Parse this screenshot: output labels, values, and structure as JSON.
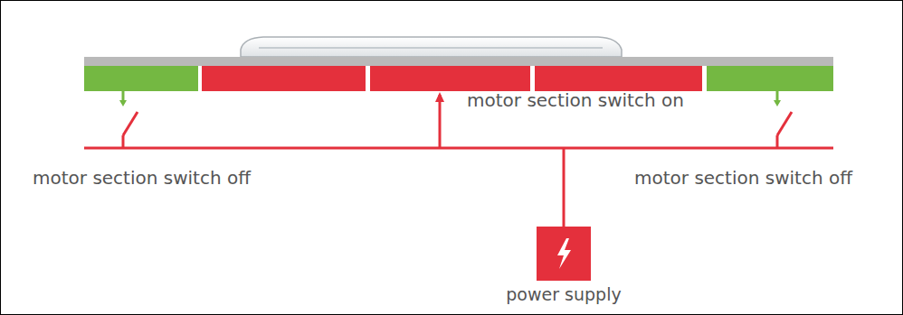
{
  "diagram": {
    "nodes": [
      {
        "text": [
          "power supply"
        ]
      }
    ],
    "labels": [
      "motor section switch on",
      "motor section switch off",
      "motor section switch off"
    ]
  }
}
